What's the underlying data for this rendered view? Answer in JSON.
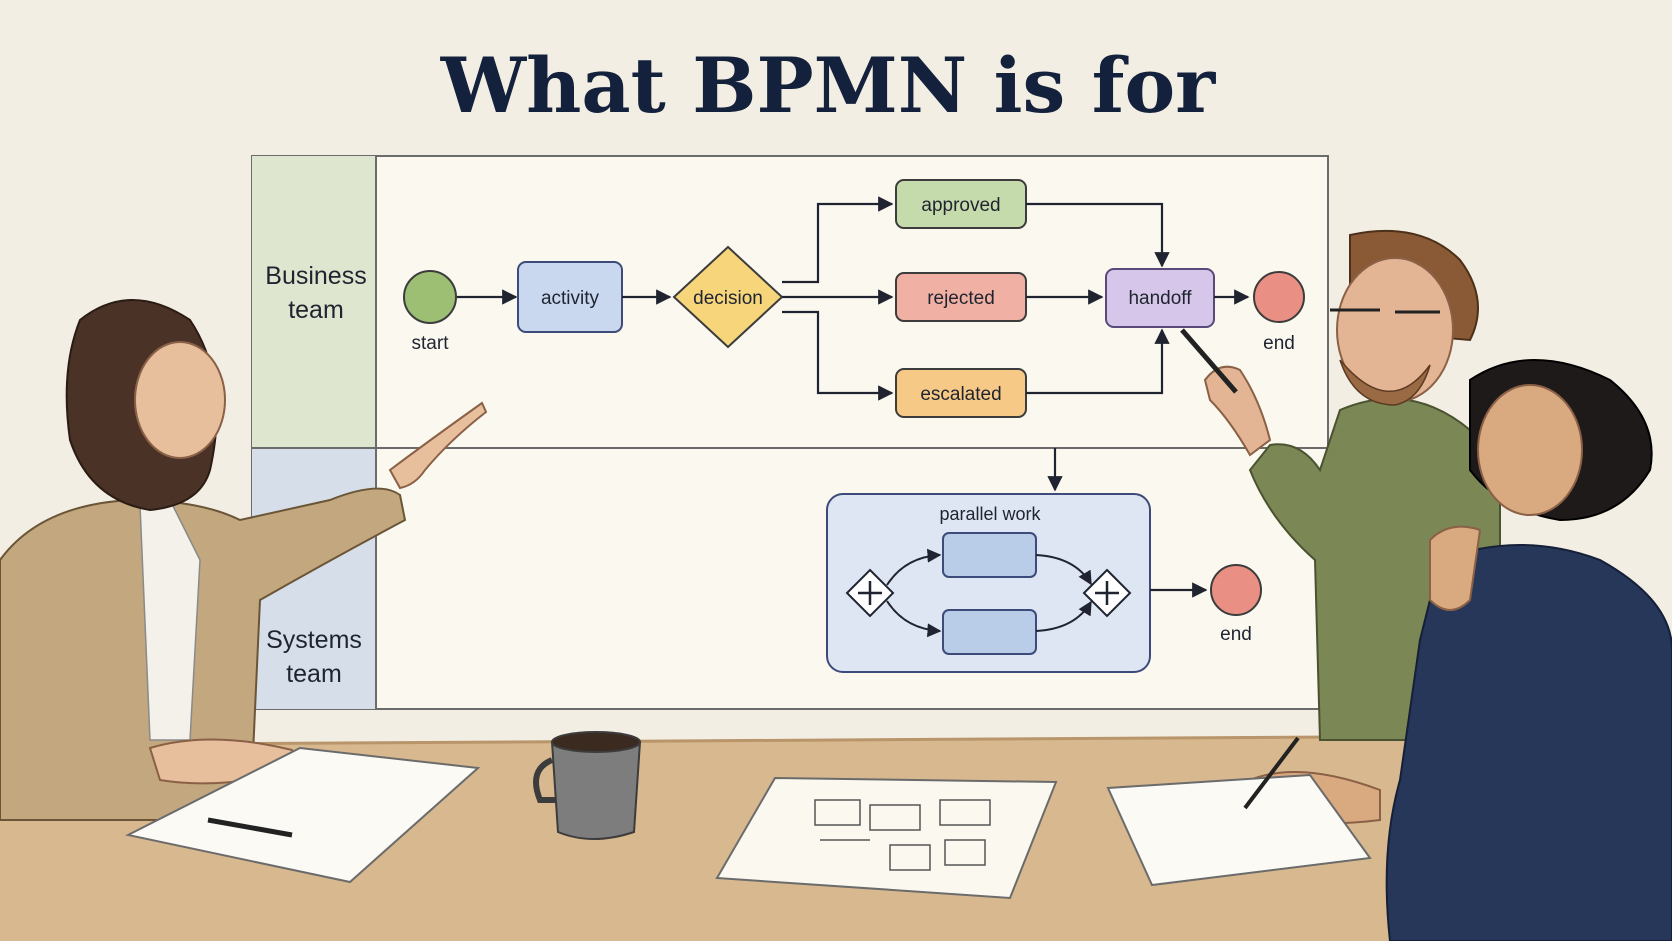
{
  "title": "What BPMN is for",
  "lanes": {
    "business": {
      "line1": "Business",
      "line2": "team"
    },
    "systems": {
      "line1": "Systems",
      "line2": "team"
    }
  },
  "nodes": {
    "start": "start",
    "activity": "activity",
    "decision": "decision",
    "approved": "approved",
    "rejected": "rejected",
    "escalated": "escalated",
    "handoff": "handoff",
    "end_business": "end",
    "parallel_work": "parallel work",
    "end_systems": "end"
  },
  "colors": {
    "title": "#14213d",
    "board": "#fbf8f0",
    "lane_business": "#dfe6cf",
    "lane_systems": "#d6dfe9",
    "start": "#9cbf73",
    "activity": "#c9d8ef",
    "decision": "#f6d57b",
    "approved": "#c6dbac",
    "rejected": "#f1b0a4",
    "escalated": "#f7c987",
    "handoff": "#d6c6ea",
    "end": "#ea8f83",
    "parallel_box": "#dde6f2",
    "task": "#b9cde8"
  }
}
